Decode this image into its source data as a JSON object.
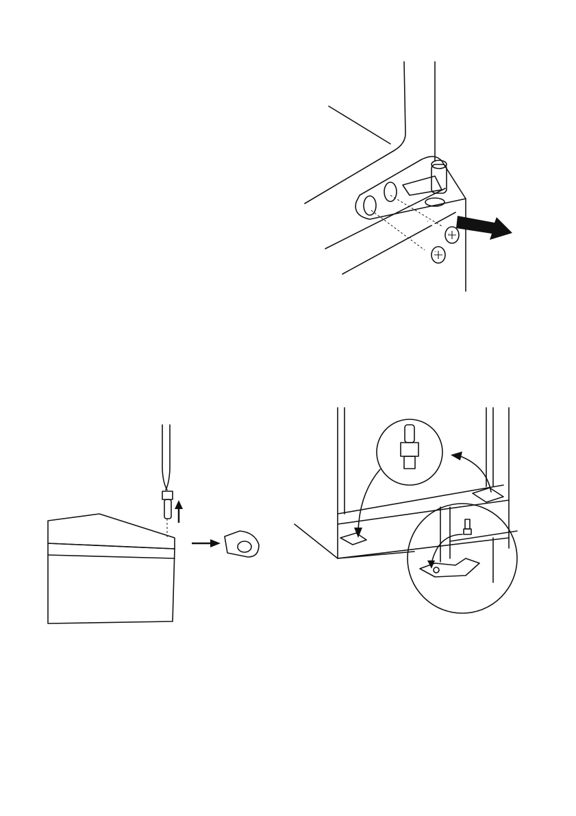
{
  "figures": [
    {
      "id": "hinge",
      "icon": "hinge-unscrew-diagram"
    },
    {
      "id": "pin",
      "icon": "pin-removal-diagram"
    },
    {
      "id": "brackets",
      "icon": "bracket-relocation-diagram"
    }
  ],
  "colors": {
    "line": "#111111",
    "arrow": "#111111",
    "part_fill": "#cfcfcf",
    "background": "#ffffff"
  }
}
